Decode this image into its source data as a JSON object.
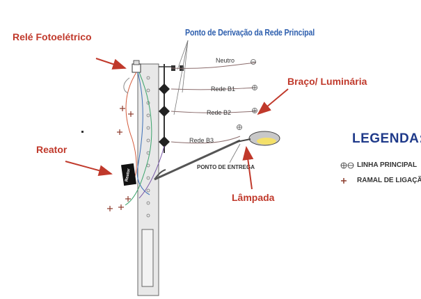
{
  "title": "Ponto de Derivação da Rede Principal",
  "labels": {
    "rele": "Relé Fotoelétrico",
    "reator": "Reator",
    "braco": "Braço/ Luminária",
    "lampada": "Lâmpada",
    "ponto_entrega": "PONTO DE ENTREGA",
    "reator_box": "Reator"
  },
  "wires": [
    "Neutro",
    "Rede B1",
    "Rede B2",
    "Rede B3"
  ],
  "legend": {
    "title": "LEGENDA:",
    "items": [
      {
        "symbol": "⊕⊖",
        "text": "LINHA PRINCIPAL"
      },
      {
        "symbol": "+",
        "text": "RAMAL DE LIGAÇÃO"
      }
    ]
  },
  "colors": {
    "callout": "#c0392b",
    "title": "#2e5fae",
    "legend_title": "#1f3a8a",
    "pole": "#e6e6e6"
  }
}
